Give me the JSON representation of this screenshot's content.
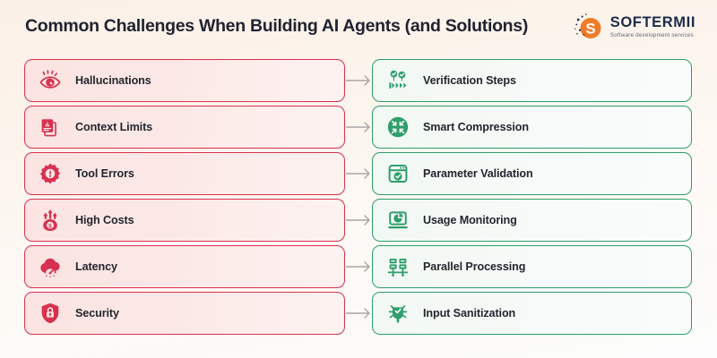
{
  "header": {
    "title": "Common Challenges When Building AI Agents (and Solutions)",
    "logo": {
      "name": "SOFTERMII",
      "tagline": "Software development services",
      "mark_letter": "S",
      "mark_color": "#F07B28",
      "text_color": "#1C2B4A"
    }
  },
  "colors": {
    "background_top": "#FBF0E7",
    "background_bottom": "#FCFCFC",
    "problem_border": "#D8314F",
    "problem_fill": "#FBE7E5",
    "problem_icon": "#D8314F",
    "solution_border": "#2E9E6B",
    "solution_fill": "#F5FAF7",
    "solution_icon": "#2E9E6B",
    "connector": "#A8A5A3",
    "title_text": "#1F2330"
  },
  "columns": {
    "problems": [
      {
        "label": "Hallucinations",
        "icon": "spiral-eye-icon"
      },
      {
        "label": "Context Limits",
        "icon": "document-alert-icon"
      },
      {
        "label": "Tool Errors",
        "icon": "gear-alert-icon"
      },
      {
        "label": "High Costs",
        "icon": "money-bag-rising-icon"
      },
      {
        "label": "Latency",
        "icon": "cloud-speedometer-icon"
      },
      {
        "label": "Security",
        "icon": "shield-lock-icon"
      }
    ],
    "solutions": [
      {
        "label": "Verification Steps",
        "icon": "checkmark-pins-arrows-icon"
      },
      {
        "label": "Smart Compression",
        "icon": "compress-arrows-circle-icon"
      },
      {
        "label": "Parameter Validation",
        "icon": "browser-check-icon"
      },
      {
        "label": "Usage Monitoring",
        "icon": "laptop-pie-chart-icon"
      },
      {
        "label": "Parallel Processing",
        "icon": "parallel-servers-icon"
      },
      {
        "label": "Input Sanitization",
        "icon": "bug-check-icon"
      }
    ]
  },
  "connectors": {
    "count": 6,
    "style": "arrow-right"
  }
}
